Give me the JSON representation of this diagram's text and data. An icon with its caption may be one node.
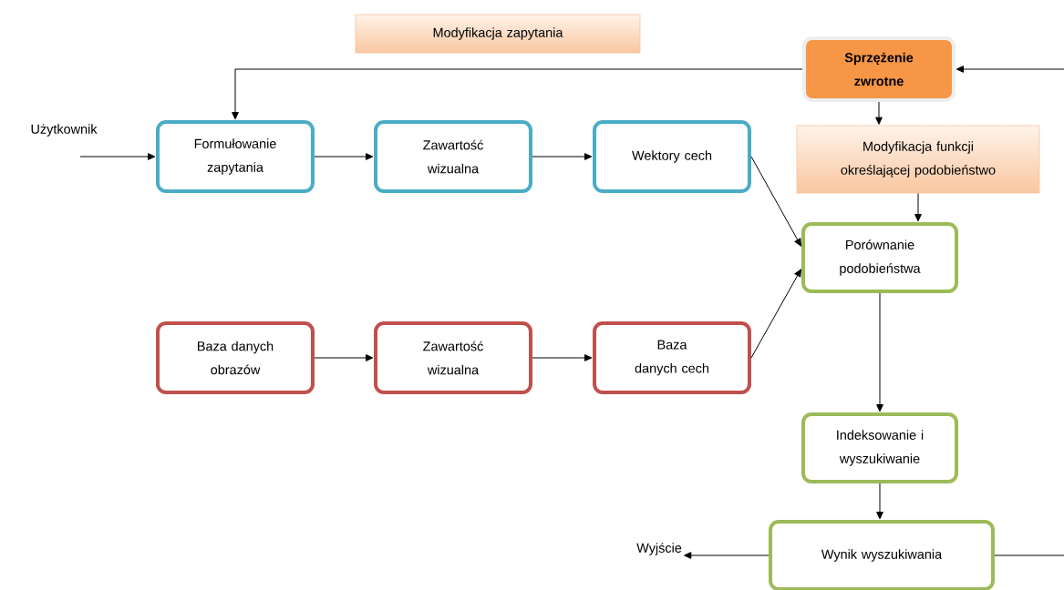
{
  "diagram": {
    "nodes": [
      {
        "text": [
          "Użytkownik"
        ]
      },
      {
        "text": [
          "Formułowanie zapytania"
        ]
      },
      {
        "text": [
          "Zawartość wizualna"
        ]
      },
      {
        "text": [
          "Wektory cech"
        ]
      },
      {
        "text": [
          "Modyfikacja zapytania"
        ]
      },
      {
        "text": [
          "Sprzężenie zwrotne"
        ]
      },
      {
        "text": [
          "Modyfikacja funkcji określającej podobieństwo"
        ]
      },
      {
        "text": [
          "Porównanie podobieństwa"
        ]
      },
      {
        "text": [
          "Baza danych obrazów"
        ]
      },
      {
        "text": [
          "Zawartość wizualna"
        ]
      },
      {
        "text": [
          "Baza danych cech"
        ]
      },
      {
        "text": [
          "Indeksowanie i wyszukiwanie"
        ]
      },
      {
        "text": [
          "Wynik wyszukiwania"
        ]
      },
      {
        "text": [
          "Wyjście"
        ]
      }
    ],
    "edges": [
      {
        "from": 0,
        "to": 1,
        "arrow": "to"
      },
      {
        "from": 1,
        "to": 2,
        "arrow": "to"
      },
      {
        "from": 2,
        "to": 3,
        "arrow": "to"
      },
      {
        "from": 3,
        "to": 7,
        "arrow": "to"
      },
      {
        "from": 5,
        "to": 1,
        "arrow": "to"
      },
      {
        "from": null,
        "to": 5,
        "arrow": "to"
      },
      {
        "from": 5,
        "to": 6,
        "arrow": "to"
      },
      {
        "from": 6,
        "to": 7,
        "arrow": "to"
      },
      {
        "from": 8,
        "to": 9,
        "arrow": "to"
      },
      {
        "from": 9,
        "to": 10,
        "arrow": "to"
      },
      {
        "from": 10,
        "to": 7,
        "arrow": "to"
      },
      {
        "from": 7,
        "to": 11,
        "arrow": "to"
      },
      {
        "from": 11,
        "to": 12,
        "arrow": "to"
      },
      {
        "from": 12,
        "to": 13,
        "arrow": "to"
      },
      {
        "from": 12,
        "to": null,
        "arrow": "none"
      }
    ]
  }
}
